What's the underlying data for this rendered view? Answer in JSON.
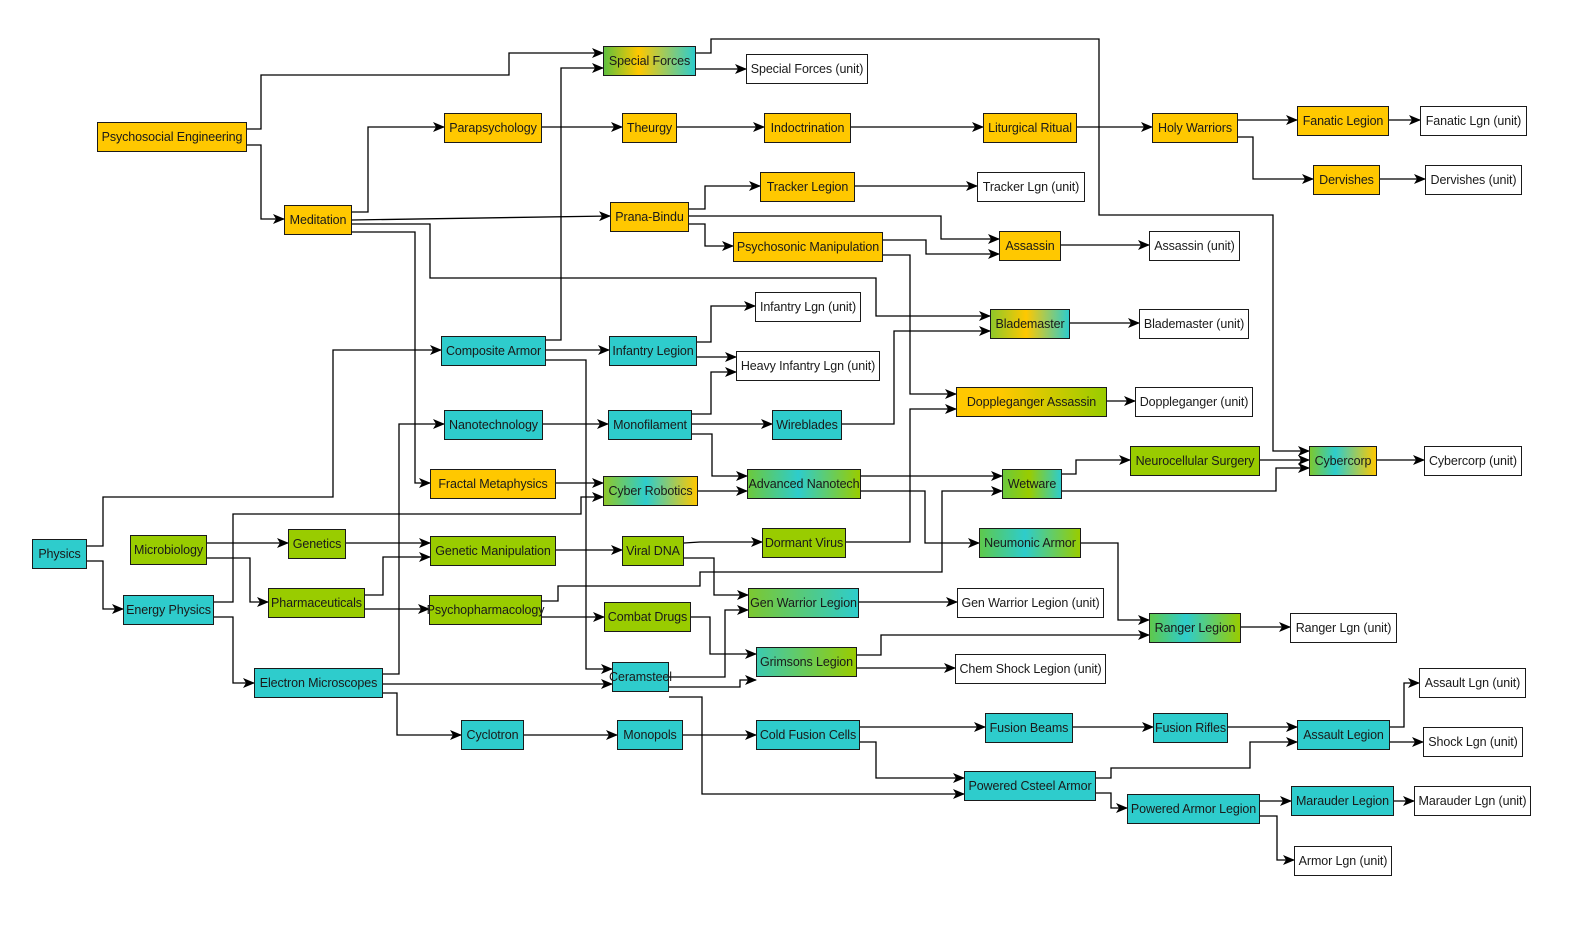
{
  "diagram": {
    "title": "Technology Tree",
    "legend_colors": {
      "social": "#ffc800",
      "physics": "#2ecccc",
      "biology": "#99cc00",
      "unit": "#ffffff"
    },
    "nodes": {
      "psychosocial_engineering": "Psychosocial Engineering",
      "meditation": "Meditation",
      "parapsychology": "Parapsychology",
      "special_forces": "Special Forces",
      "special_forces_unit": "Special Forces (unit)",
      "theurgy": "Theurgy",
      "indoctrination": "Indoctrination",
      "liturgical_ritual": "Liturgical Ritual",
      "holy_warriors": "Holy Warriors",
      "fanatic_legion": "Fanatic Legion",
      "fanatic_lgn_unit": "Fanatic Lgn (unit)",
      "dervishes": "Dervishes",
      "dervishes_unit": "Dervishes (unit)",
      "prana_bindu": "Prana-Bindu",
      "tracker_legion": "Tracker Legion",
      "tracker_lgn_unit": "Tracker Lgn (unit)",
      "psychosonic_manipulation": "Psychosonic Manipulation",
      "assassin": "Assassin",
      "assassin_unit": "Assassin (unit)",
      "blademaster": "Blademaster",
      "blademaster_unit": "Blademaster (unit)",
      "composite_armor": "Composite Armor",
      "infantry_legion": "Infantry Legion",
      "infantry_lgn_unit": "Infantry Lgn (unit)",
      "heavy_infantry_lgn_unit": "Heavy Infantry Lgn (unit)",
      "doppleganger_assassin": "Doppleganger Assassin",
      "doppleganger_unit": "Doppleganger (unit)",
      "nanotechnology": "Nanotechnology",
      "monofilament": "Monofilament",
      "wireblades": "Wireblades",
      "fractal_metaphysics": "Fractal Metaphysics",
      "cyber_robotics": "Cyber Robotics",
      "advanced_nanotech": "Advanced Nanotech",
      "wetware": "Wetware",
      "neurocellular_surgery": "Neurocellular Surgery",
      "cybercorp": "Cybercorp",
      "cybercorp_unit": "Cybercorp (unit)",
      "physics": "Physics",
      "microbiology": "Microbiology",
      "genetics": "Genetics",
      "genetic_manipulation": "Genetic Manipulation",
      "viral_dna": "Viral DNA",
      "dormant_virus": "Dormant Virus",
      "neumonic_armor": "Neumonic Armor",
      "energy_physics": "Energy Physics",
      "pharmaceuticals": "Pharmaceuticals",
      "psychopharmacology": "Psychopharmacology",
      "combat_drugs": "Combat Drugs",
      "gen_warrior_legion": "Gen Warrior Legion",
      "gen_warrior_legion_unit": "Gen Warrior Legion (unit)",
      "ranger_legion": "Ranger Legion",
      "ranger_lgn_unit": "Ranger Lgn (unit)",
      "grimsons_legion": "Grimsons Legion",
      "chem_shock_legion_unit": "Chem Shock Legion (unit)",
      "electron_microscopes": "Electron Microscopes",
      "ceramsteel": "Ceramsteel",
      "cyclotron": "Cyclotron",
      "monopols": "Monopols",
      "cold_fusion_cells": "Cold Fusion Cells",
      "fusion_beams": "Fusion Beams",
      "fusion_rifles": "Fusion Rifles",
      "assault_legion": "Assault Legion",
      "assault_lgn_unit": "Assault Lgn (unit)",
      "shock_lgn_unit": "Shock Lgn (unit)",
      "powered_csteel_armor": "Powered Csteel Armor",
      "powered_armor_legion": "Powered Armor Legion",
      "marauder_legion": "Marauder Legion",
      "marauder_lgn_unit": "Marauder Lgn (unit)",
      "armor_lgn_unit": "Armor Lgn (unit)"
    },
    "edges": [
      [
        "psychosocial_engineering",
        "special_forces"
      ],
      [
        "psychosocial_engineering",
        "meditation"
      ],
      [
        "meditation",
        "parapsychology"
      ],
      [
        "meditation",
        "prana_bindu"
      ],
      [
        "meditation",
        "blademaster"
      ],
      [
        "meditation",
        "fractal_metaphysics"
      ],
      [
        "parapsychology",
        "theurgy"
      ],
      [
        "theurgy",
        "indoctrination"
      ],
      [
        "indoctrination",
        "liturgical_ritual"
      ],
      [
        "liturgical_ritual",
        "holy_warriors"
      ],
      [
        "holy_warriors",
        "fanatic_legion"
      ],
      [
        "holy_warriors",
        "dervishes"
      ],
      [
        "fanatic_legion",
        "fanatic_lgn_unit"
      ],
      [
        "dervishes",
        "dervishes_unit"
      ],
      [
        "special_forces",
        "special_forces_unit"
      ],
      [
        "special_forces",
        "cybercorp"
      ],
      [
        "prana_bindu",
        "tracker_legion"
      ],
      [
        "prana_bindu",
        "assassin"
      ],
      [
        "prana_bindu",
        "psychosonic_manipulation"
      ],
      [
        "tracker_legion",
        "tracker_lgn_unit"
      ],
      [
        "psychosonic_manipulation",
        "assassin"
      ],
      [
        "psychosonic_manipulation",
        "doppleganger_assassin"
      ],
      [
        "assassin",
        "assassin_unit"
      ],
      [
        "blademaster",
        "blademaster_unit"
      ],
      [
        "physics",
        "composite_armor"
      ],
      [
        "physics",
        "energy_physics"
      ],
      [
        "composite_armor",
        "special_forces"
      ],
      [
        "composite_armor",
        "infantry_legion"
      ],
      [
        "composite_armor",
        "ceramsteel"
      ],
      [
        "infantry_legion",
        "infantry_lgn_unit"
      ],
      [
        "infantry_legion",
        "heavy_infantry_lgn_unit"
      ],
      [
        "nanotechnology",
        "monofilament"
      ],
      [
        "monofilament",
        "heavy_infantry_lgn_unit"
      ],
      [
        "monofilament",
        "wireblades"
      ],
      [
        "monofilament",
        "advanced_nanotech"
      ],
      [
        "wireblades",
        "blademaster"
      ],
      [
        "dormant_virus",
        "doppleganger_assassin"
      ],
      [
        "doppleganger_assassin",
        "doppleganger_unit"
      ],
      [
        "fractal_metaphysics",
        "cyber_robotics"
      ],
      [
        "energy_physics",
        "cyber_robotics"
      ],
      [
        "cyber_robotics",
        "advanced_nanotech"
      ],
      [
        "advanced_nanotech",
        "wetware"
      ],
      [
        "advanced_nanotech",
        "neumonic_armor"
      ],
      [
        "psychopharmacology",
        "wetware"
      ],
      [
        "wetware",
        "neurocellular_surgery"
      ],
      [
        "wetware",
        "cybercorp"
      ],
      [
        "neurocellular_surgery",
        "cybercorp"
      ],
      [
        "cybercorp",
        "cybercorp_unit"
      ],
      [
        "microbiology",
        "genetics"
      ],
      [
        "microbiology",
        "pharmaceuticals"
      ],
      [
        "genetics",
        "genetic_manipulation"
      ],
      [
        "pharmaceuticals",
        "genetic_manipulation"
      ],
      [
        "pharmaceuticals",
        "psychopharmacology"
      ],
      [
        "genetic_manipulation",
        "viral_dna"
      ],
      [
        "viral_dna",
        "dormant_virus"
      ],
      [
        "viral_dna",
        "gen_warrior_legion"
      ],
      [
        "psychopharmacology",
        "combat_drugs"
      ],
      [
        "combat_drugs",
        "grimsons_legion"
      ],
      [
        "ceramsteel",
        "gen_warrior_legion"
      ],
      [
        "ceramsteel",
        "grimsons_legion"
      ],
      [
        "ceramsteel",
        "powered_csteel_armor"
      ],
      [
        "gen_warrior_legion",
        "gen_warrior_legion_unit"
      ],
      [
        "neumonic_armor",
        "ranger_legion"
      ],
      [
        "grimsons_legion",
        "ranger_legion"
      ],
      [
        "grimsons_legion",
        "chem_shock_legion_unit"
      ],
      [
        "ranger_legion",
        "ranger_lgn_unit"
      ],
      [
        "energy_physics",
        "electron_microscopes"
      ],
      [
        "electron_microscopes",
        "nanotechnology"
      ],
      [
        "electron_microscopes",
        "ceramsteel"
      ],
      [
        "electron_microscopes",
        "cyclotron"
      ],
      [
        "cyclotron",
        "monopols"
      ],
      [
        "monopols",
        "cold_fusion_cells"
      ],
      [
        "cold_fusion_cells",
        "fusion_beams"
      ],
      [
        "cold_fusion_cells",
        "powered_csteel_armor"
      ],
      [
        "fusion_beams",
        "fusion_rifles"
      ],
      [
        "fusion_rifles",
        "assault_legion"
      ],
      [
        "powered_csteel_armor",
        "assault_legion"
      ],
      [
        "powered_csteel_armor",
        "powered_armor_legion"
      ],
      [
        "assault_legion",
        "assault_lgn_unit"
      ],
      [
        "assault_legion",
        "shock_lgn_unit"
      ],
      [
        "powered_armor_legion",
        "marauder_legion"
      ],
      [
        "powered_armor_legion",
        "armor_lgn_unit"
      ],
      [
        "marauder_legion",
        "marauder_lgn_unit"
      ]
    ]
  }
}
